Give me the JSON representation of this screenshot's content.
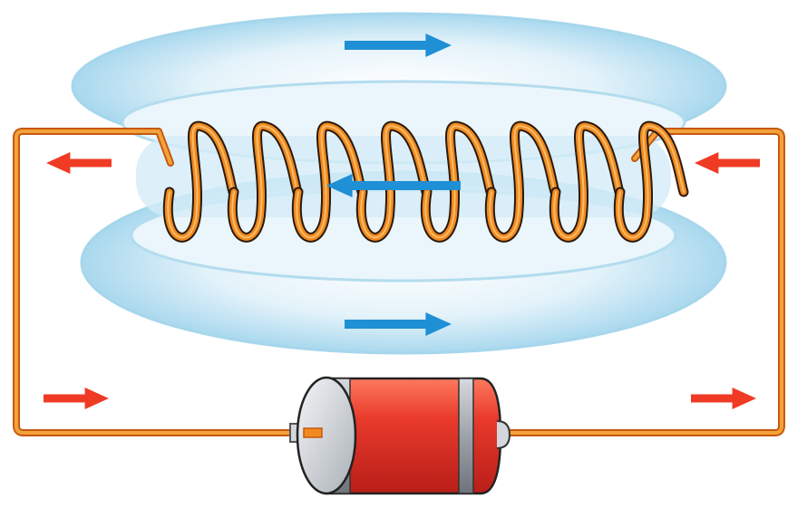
{
  "diagram": {
    "colors": {
      "background": "#ffffff",
      "wire": "#f08a1e",
      "wire_edge": "#c85a10",
      "field_fill": "#bfe3f2",
      "field_edge": "#8fcbe6",
      "field_arrow": "#1f8fd6",
      "current_arrow": "#ef3b24",
      "battery_body": "#e63a2e",
      "battery_band": "#9a9fa6",
      "battery_cap": "#d7dbe0"
    },
    "icons": {
      "field_arrow": "arrow-right-icon",
      "current_arrow": "arrow-icon"
    },
    "coil_turns": 8,
    "field_arrows": [
      "right",
      "left",
      "right"
    ],
    "current_arrows": [
      "left",
      "left",
      "right",
      "right"
    ]
  }
}
